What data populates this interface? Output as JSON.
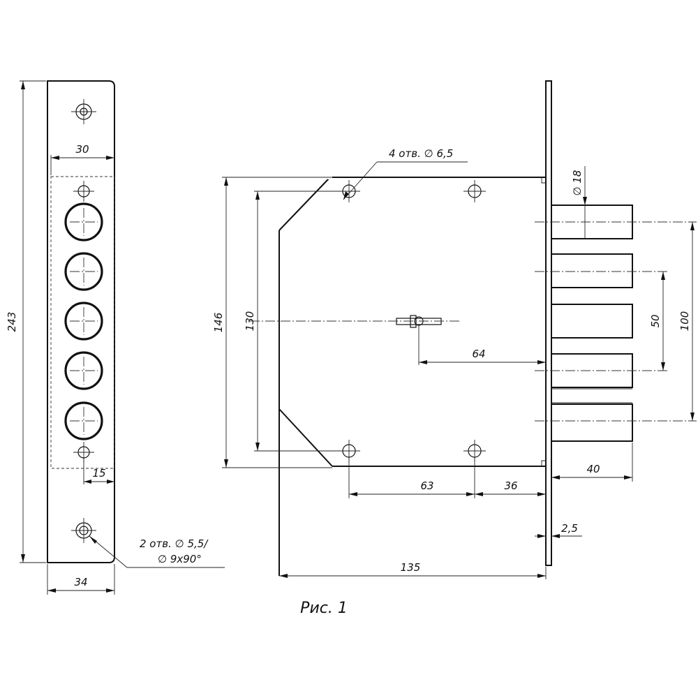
{
  "caption": "Рис. 1",
  "strike_plate": {
    "height_dim": "243",
    "width_dim": "34",
    "pocket_width_dim": "30",
    "pocket_offset_dim": "15",
    "holes_note_line1": "2 отв. ∅ 5,5/",
    "holes_note_line2": "∅ 9x90°"
  },
  "lock_body": {
    "holes_note": "4 отв. ∅ 6,5",
    "bolt_diameter_dim": "∅ 18",
    "height_outer_dim": "146",
    "height_inner_dim": "130",
    "backset_dim": "64",
    "bolt_spacing_small_dim": "50",
    "bolt_spacing_large_dim": "100",
    "hole_spacing_dim": "63",
    "hole_edge_dim": "36",
    "bolt_throw_dim": "40",
    "faceplate_thickness_dim": "2,5",
    "body_length_dim": "135"
  }
}
